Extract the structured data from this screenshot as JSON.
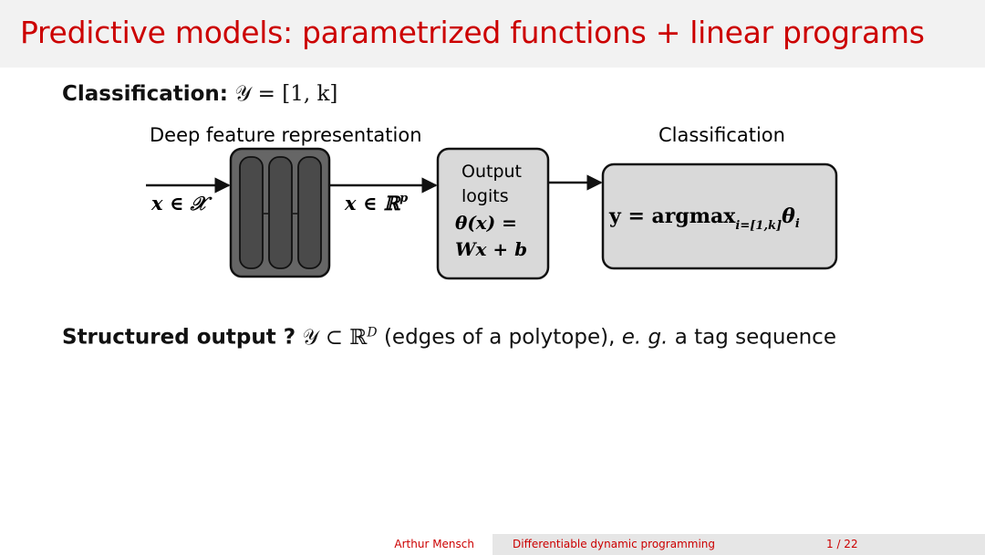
{
  "slide": {
    "title": "Predictive models: parametrized functions + linear programs"
  },
  "classification_line": {
    "label": "Classification:",
    "formula": "𝒴 = [1, k]"
  },
  "diagram": {
    "section_left": "Deep feature representation",
    "section_right": "Classification",
    "input_label": "x ∈ 𝒳",
    "feature_label": "x ∈ ℝ",
    "feature_exp": "p",
    "output_box": {
      "line1": "Output",
      "line2": "logits",
      "line3": "θ(x) =",
      "line4": "Wx + b"
    },
    "class_box": {
      "lhs": "y = argmax",
      "sub": "i=[1,k]",
      "rhs": "θ",
      "rhs_sub": "i"
    }
  },
  "structured_line": {
    "label": "Structured output ?",
    "formula_a": "𝒴 ⊂ ℝ",
    "formula_exp": "D",
    "text1": "(edges of a polytope),",
    "eg": "e. g.",
    "text2": "a tag sequence"
  },
  "footer": {
    "author": "Arthur Mensch",
    "talk": "Differentiable dynamic programming",
    "page": "1 / 22"
  },
  "colors": {
    "accent": "#cc0000",
    "box_fill": "#d9d9d9",
    "block_fill": "#666666"
  }
}
